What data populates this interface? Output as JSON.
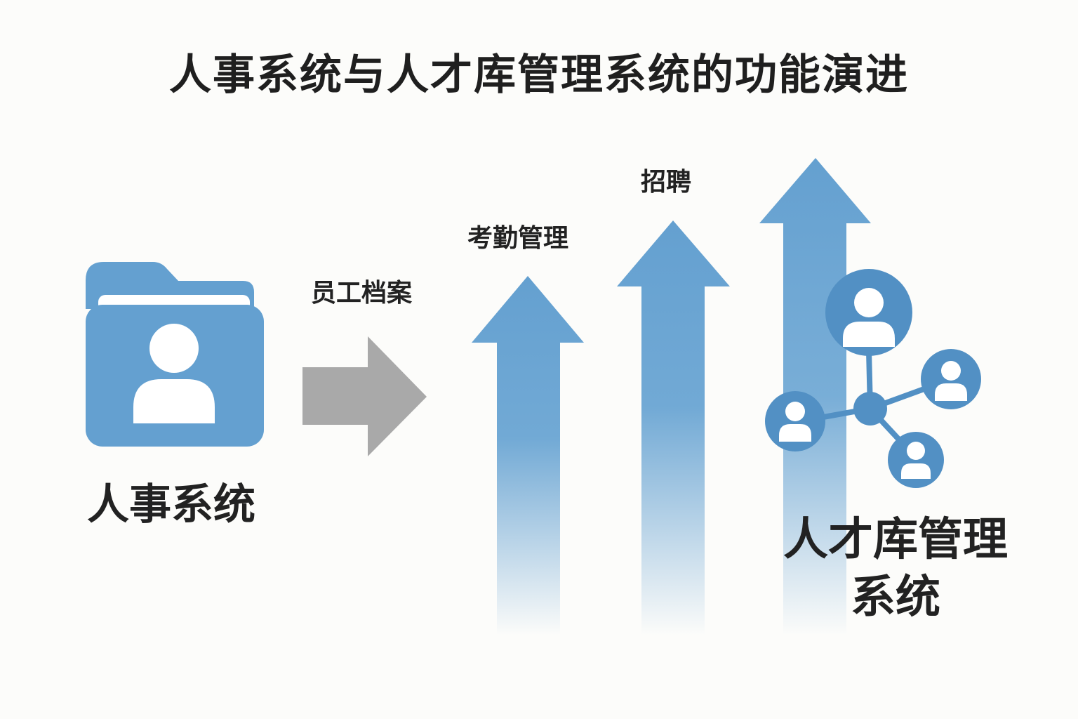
{
  "title": "人事系统与人才库管理系统的功能演进",
  "left_system": {
    "label": "人事系统",
    "icon": "folder-person-icon"
  },
  "transition_arrow": {
    "label": "员工档案",
    "color": "#a9a9a9"
  },
  "growth_arrows": [
    {
      "label": "考勤管理"
    },
    {
      "label": "招聘"
    },
    {
      "label": ""
    }
  ],
  "right_system": {
    "label_line1": "人才库管理",
    "label_line2": "系统",
    "icon": "talent-network-icon"
  },
  "colors": {
    "accent_blue": "#64a0d0",
    "network_blue": "#5290c4",
    "gray_arrow": "#a9a9a9",
    "text": "#222222",
    "background": "#fcfcfa"
  }
}
